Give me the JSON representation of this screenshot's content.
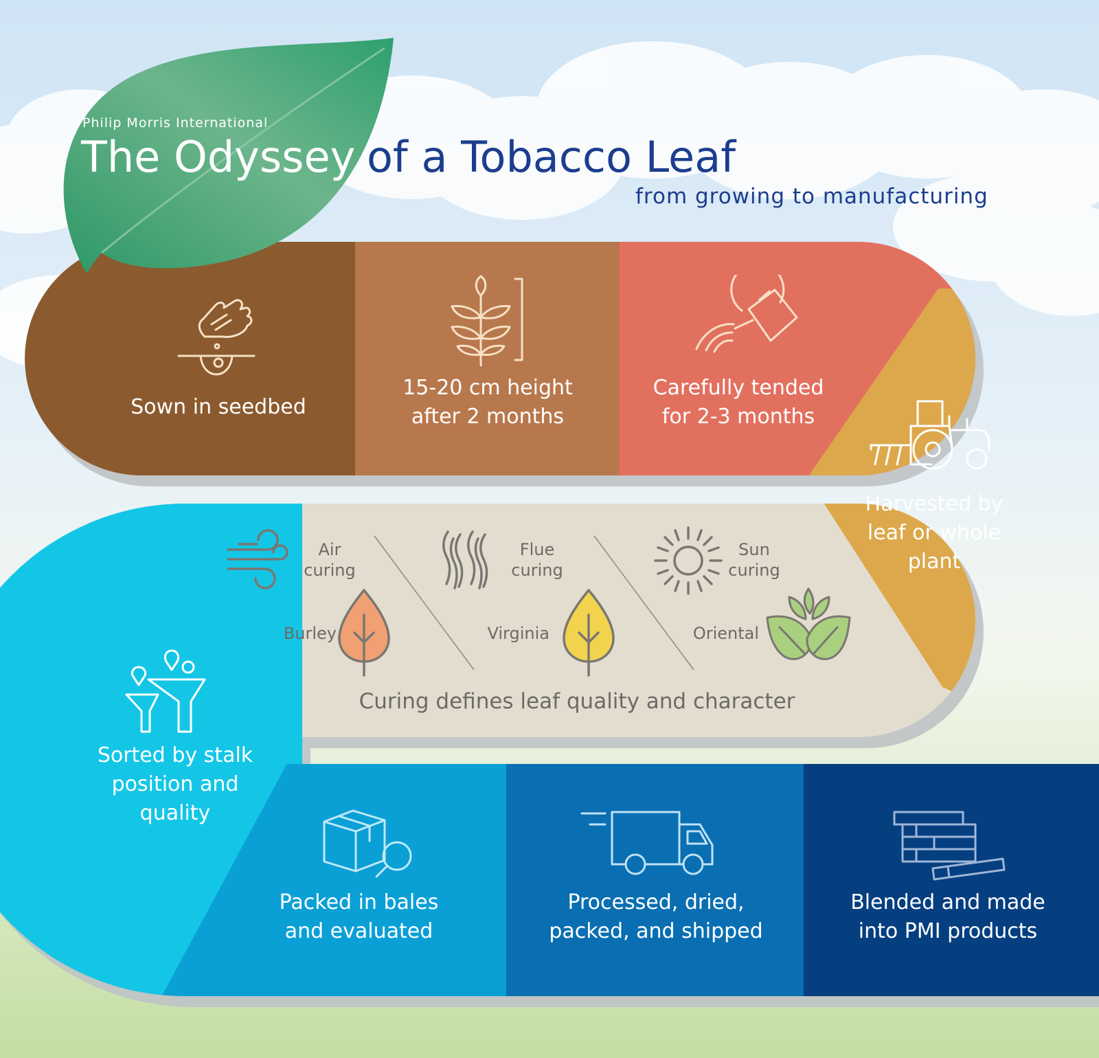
{
  "header": {
    "company": "Philip Morris International",
    "title_part1": "The Odyssey",
    "title_part2": "of a Tobacco Leaf",
    "subtitle": "from growing to manufacturing"
  },
  "colors": {
    "sown": "#8B5A2E",
    "growth": "#B8784D",
    "tended": "#E2705F",
    "harvest": "#DCA84B",
    "curing": "#E3DDD0",
    "sorted": "#14C6E6",
    "packed": "#0AA0D6",
    "processed": "#0A6FB2",
    "blended": "#063F80",
    "title_blue": "#1C3D8E",
    "leaf_green": "#3FA876"
  },
  "steps": {
    "sown": {
      "label": "Sown in seedbed",
      "icon": "hand-planting-seed-icon"
    },
    "growth": {
      "line1": "15-20 cm height",
      "line2": "after 2 months",
      "icon": "growing-plant-icon"
    },
    "tended": {
      "line1": "Carefully tended",
      "line2": "for 2-3 months",
      "icon": "watering-can-icon"
    },
    "harvest": {
      "line1": "Harvested by",
      "line2": "leaf or whole",
      "line3": "plant",
      "icon": "tractor-icon"
    },
    "sorted": {
      "line1": "Sorted by stalk",
      "line2": "position and",
      "line3": "quality",
      "icon": "funnels-icon"
    },
    "packed": {
      "line1": "Packed in bales",
      "line2": "and evaluated",
      "icon": "box-magnifier-icon"
    },
    "processed": {
      "line1": "Processed, dried,",
      "line2": "packed, and shipped",
      "icon": "truck-icon"
    },
    "blended": {
      "line1": "Blended and made",
      "line2": "into PMI products",
      "icon": "cigarettes-stack-icon"
    }
  },
  "curing": {
    "methods": [
      {
        "line1": "Air",
        "line2": "curing",
        "variety": "Burley",
        "icon": "wind-icon",
        "leaf_icon": "burley-leaf-icon",
        "leaf_color": "#F0A072"
      },
      {
        "line1": "Flue",
        "line2": "curing",
        "variety": "Virginia",
        "icon": "heat-waves-icon",
        "leaf_icon": "virginia-leaf-icon",
        "leaf_color": "#F2D34E"
      },
      {
        "line1": "Sun",
        "line2": "curing",
        "variety": "Oriental",
        "icon": "sun-icon",
        "leaf_icon": "oriental-leaves-icon",
        "leaf_color": "#A9CF7F"
      }
    ],
    "caption": "Curing defines leaf quality and character"
  }
}
